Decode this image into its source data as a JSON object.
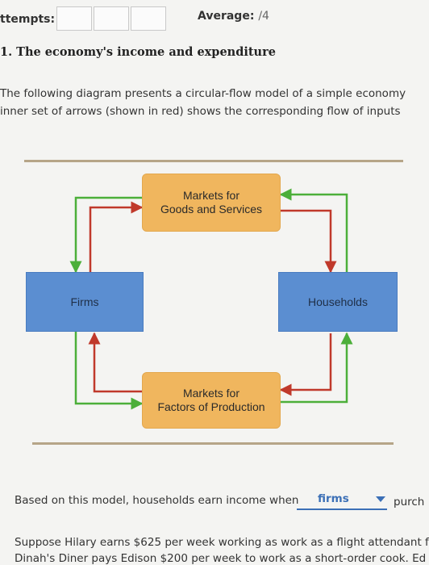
{
  "header": {
    "attempts_label": "ttempts:",
    "average_label": "Average:",
    "average_value": "/4"
  },
  "question": {
    "title": "1. The economy's income and expenditure",
    "intro_line1": "The following diagram presents a circular-flow model of a simple economy",
    "intro_line2": "inner set of arrows (shown in red) shows the corresponding flow of inputs"
  },
  "diagram": {
    "goods_market": [
      "Markets for",
      "Goods and Services"
    ],
    "factors_market": [
      "Markets for",
      "Factors of Production"
    ],
    "firms": "Firms",
    "households": "Households",
    "outer_arrow_color": "#4caf3a",
    "inner_arrow_color": "#c0392b"
  },
  "statement": {
    "prefix": "Based on this model, households earn income when",
    "selected_option": "firms",
    "suffix": "purch"
  },
  "paragraphs": [
    "Suppose Hilary earns $625 per week working as work as a flight attendant f",
    "Dinah's Diner pays Edison $200 per week to work as a short-order cook. Ed"
  ]
}
